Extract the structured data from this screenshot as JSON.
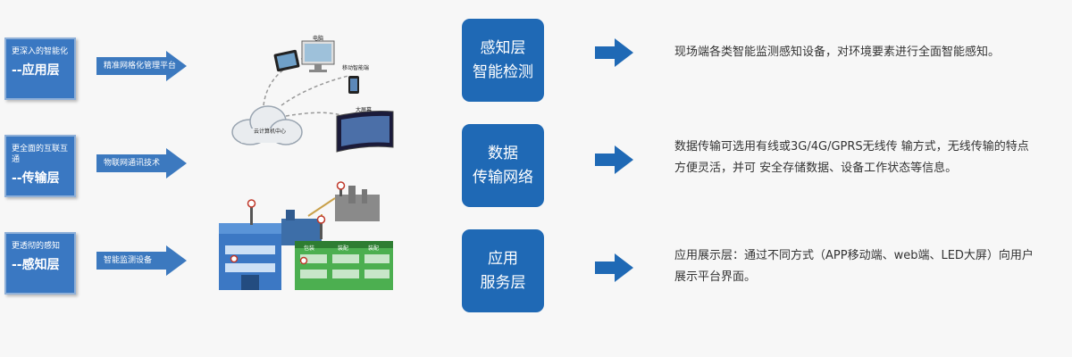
{
  "left_layers": [
    {
      "small": "更深入的智能化",
      "big": "--应用层",
      "arrow_label": "精准网格化管理平台"
    },
    {
      "small": "更全面的互联互通",
      "big": "--传输层",
      "arrow_label": "物联网通讯技术"
    },
    {
      "small": "更透彻的感知",
      "big": "--感知层",
      "arrow_label": "智能监测设备"
    }
  ],
  "illustration": {
    "devices": {
      "computer": "电脑",
      "mobile": "移动智能端",
      "big_screen": "大屏幕",
      "cloud": "云计算机中心"
    },
    "factory_labels": [
      "包装",
      "装配",
      "装配"
    ]
  },
  "middle_boxes": [
    {
      "line1": "感知层",
      "line2": "智能检测"
    },
    {
      "line1": "数据",
      "line2": "传输网络"
    },
    {
      "line1": "应用",
      "line2": "服务层"
    }
  ],
  "descriptions": [
    {
      "lines": [
        "现场端各类智能监测感知设备，对环境要素进行全面智能感知。"
      ]
    },
    {
      "lines": [
        "数据传输可选用有线或3G/4G/GPRS无线传 输方式，无线传输的特点",
        "方便灵活，并可 安全存储数据、设备工作状态等信息。"
      ]
    },
    {
      "lines": [
        "应用展示层：通过不同方式（APP移动端、web端、LED大屏）向用户",
        "展示平台界面。"
      ]
    }
  ],
  "colors": {
    "blue": "#1f69b5",
    "layer_blue": "#3a78c2",
    "arrow_blue": "#3c79bf",
    "text": "#333333"
  }
}
